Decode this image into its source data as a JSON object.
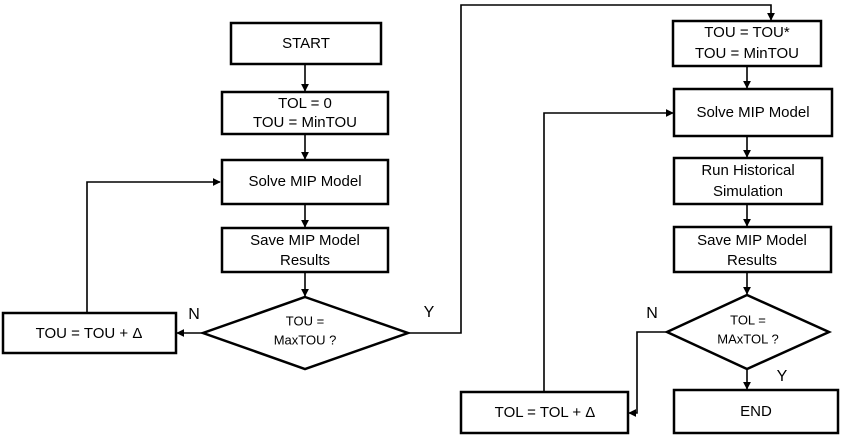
{
  "nodes": {
    "start": "START",
    "init_lines": [
      "TOL = 0",
      "TOU = MinTOU"
    ],
    "solve_left": "Solve MIP Model",
    "save_left_lines": [
      "Save MIP Model",
      "Results"
    ],
    "decision_tou_lines": [
      "TOU =",
      "MaxTOU ?"
    ],
    "tou_increment": "TOU = TOU + Δ",
    "reset_lines": [
      "TOU = TOU*",
      "TOU = MinTOU"
    ],
    "solve_right": "Solve MIP Model",
    "run_sim_lines": [
      "Run Historical",
      "Simulation"
    ],
    "save_right_lines": [
      "Save MIP Model",
      "Results"
    ],
    "decision_tol_lines": [
      "TOL =",
      "MAxTOL ?"
    ],
    "tol_increment": "TOL = TOL + Δ",
    "end": "END"
  },
  "edge_labels": {
    "tou_no": "N",
    "tou_yes": "Y",
    "tol_no": "N",
    "tol_yes": "Y"
  }
}
